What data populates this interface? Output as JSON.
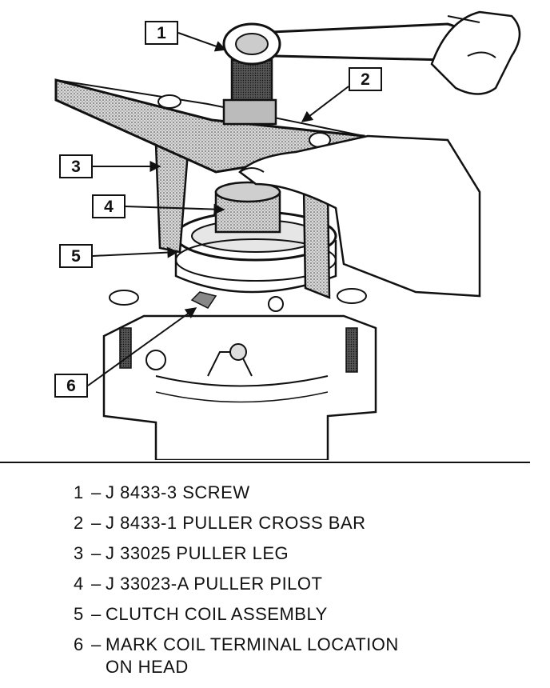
{
  "callouts": [
    "1",
    "2",
    "3",
    "4",
    "5",
    "6"
  ],
  "legend": [
    {
      "num": "1",
      "dash": "–",
      "text": "J 8433-3 SCREW"
    },
    {
      "num": "2",
      "dash": "–",
      "text": "J 8433-1 PULLER CROSS BAR"
    },
    {
      "num": "3",
      "dash": "–",
      "text": "J 33025 PULLER LEG"
    },
    {
      "num": "4",
      "dash": "–",
      "text": "J 33023-A PULLER PILOT"
    },
    {
      "num": "5",
      "dash": "–",
      "text": "CLUTCH COIL ASSEMBLY"
    },
    {
      "num": "6",
      "dash": "–",
      "text": "MARK COIL TERMINAL LOCATION",
      "text2": "ON HEAD"
    }
  ]
}
